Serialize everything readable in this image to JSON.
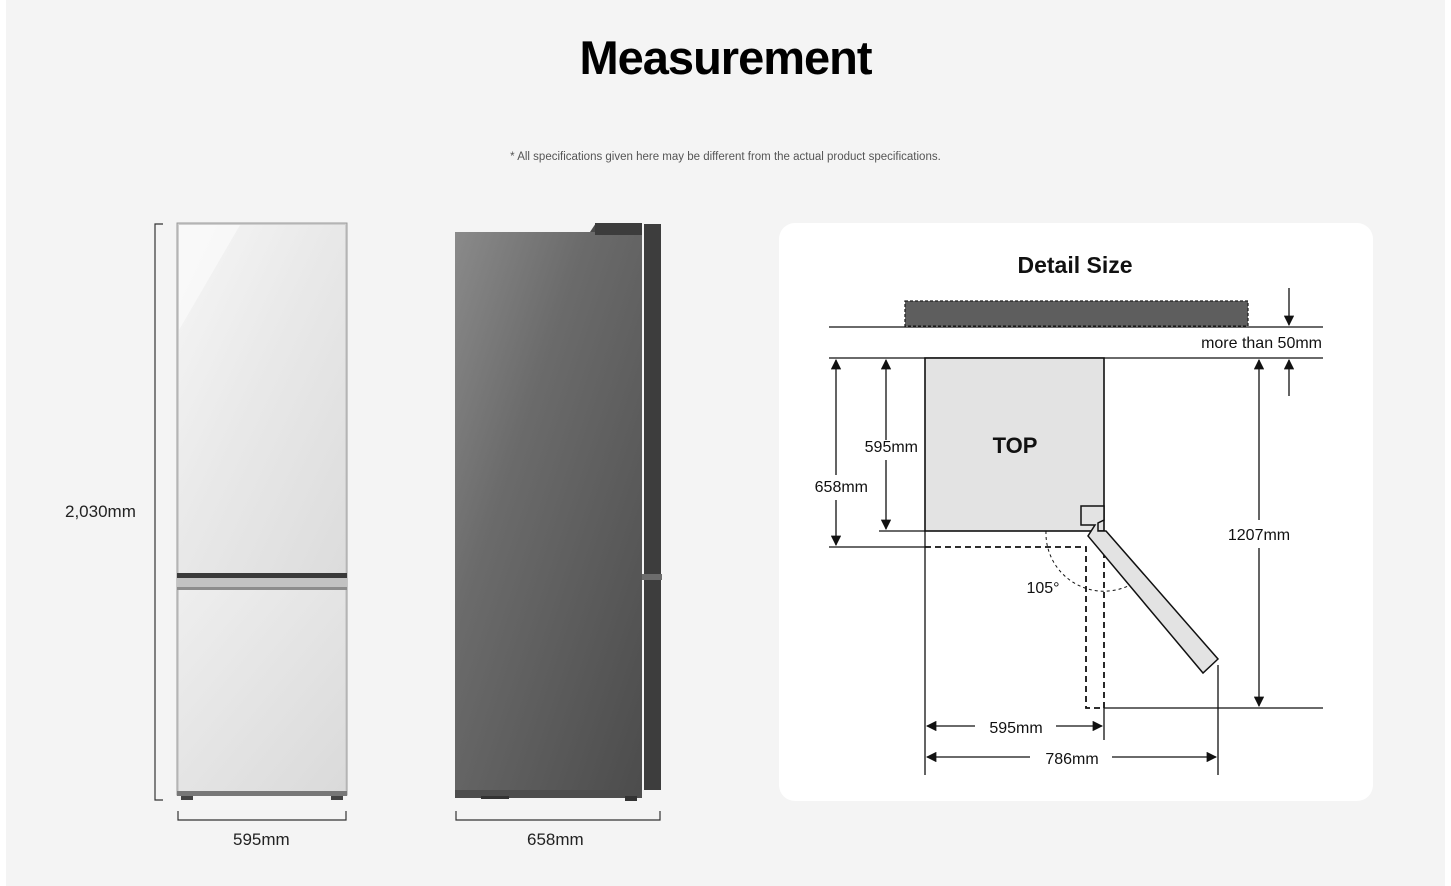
{
  "header": {
    "title": "Measurement",
    "disclaimer": "* All specifications given here may be different from the actual product specifications."
  },
  "front_view": {
    "height_label": "2,030mm",
    "width_label": "595mm"
  },
  "side_view": {
    "depth_label": "658mm"
  },
  "detail": {
    "title": "Detail Size",
    "top_label": "TOP",
    "clearance_label": "more than 50mm",
    "depth_body_label": "595mm",
    "depth_total_label": "658mm",
    "door_open_depth_label": "1207mm",
    "angle_label": "105°",
    "width_label": "595mm",
    "width_open_label": "786mm"
  },
  "colors": {
    "background": "#f4f4f4",
    "panel": "#ffffff",
    "glass_white": "#ececec",
    "steel_dark": "#5a5a5a",
    "top_fill": "#e3e3e3",
    "wall_fill": "#5e5e5e"
  }
}
